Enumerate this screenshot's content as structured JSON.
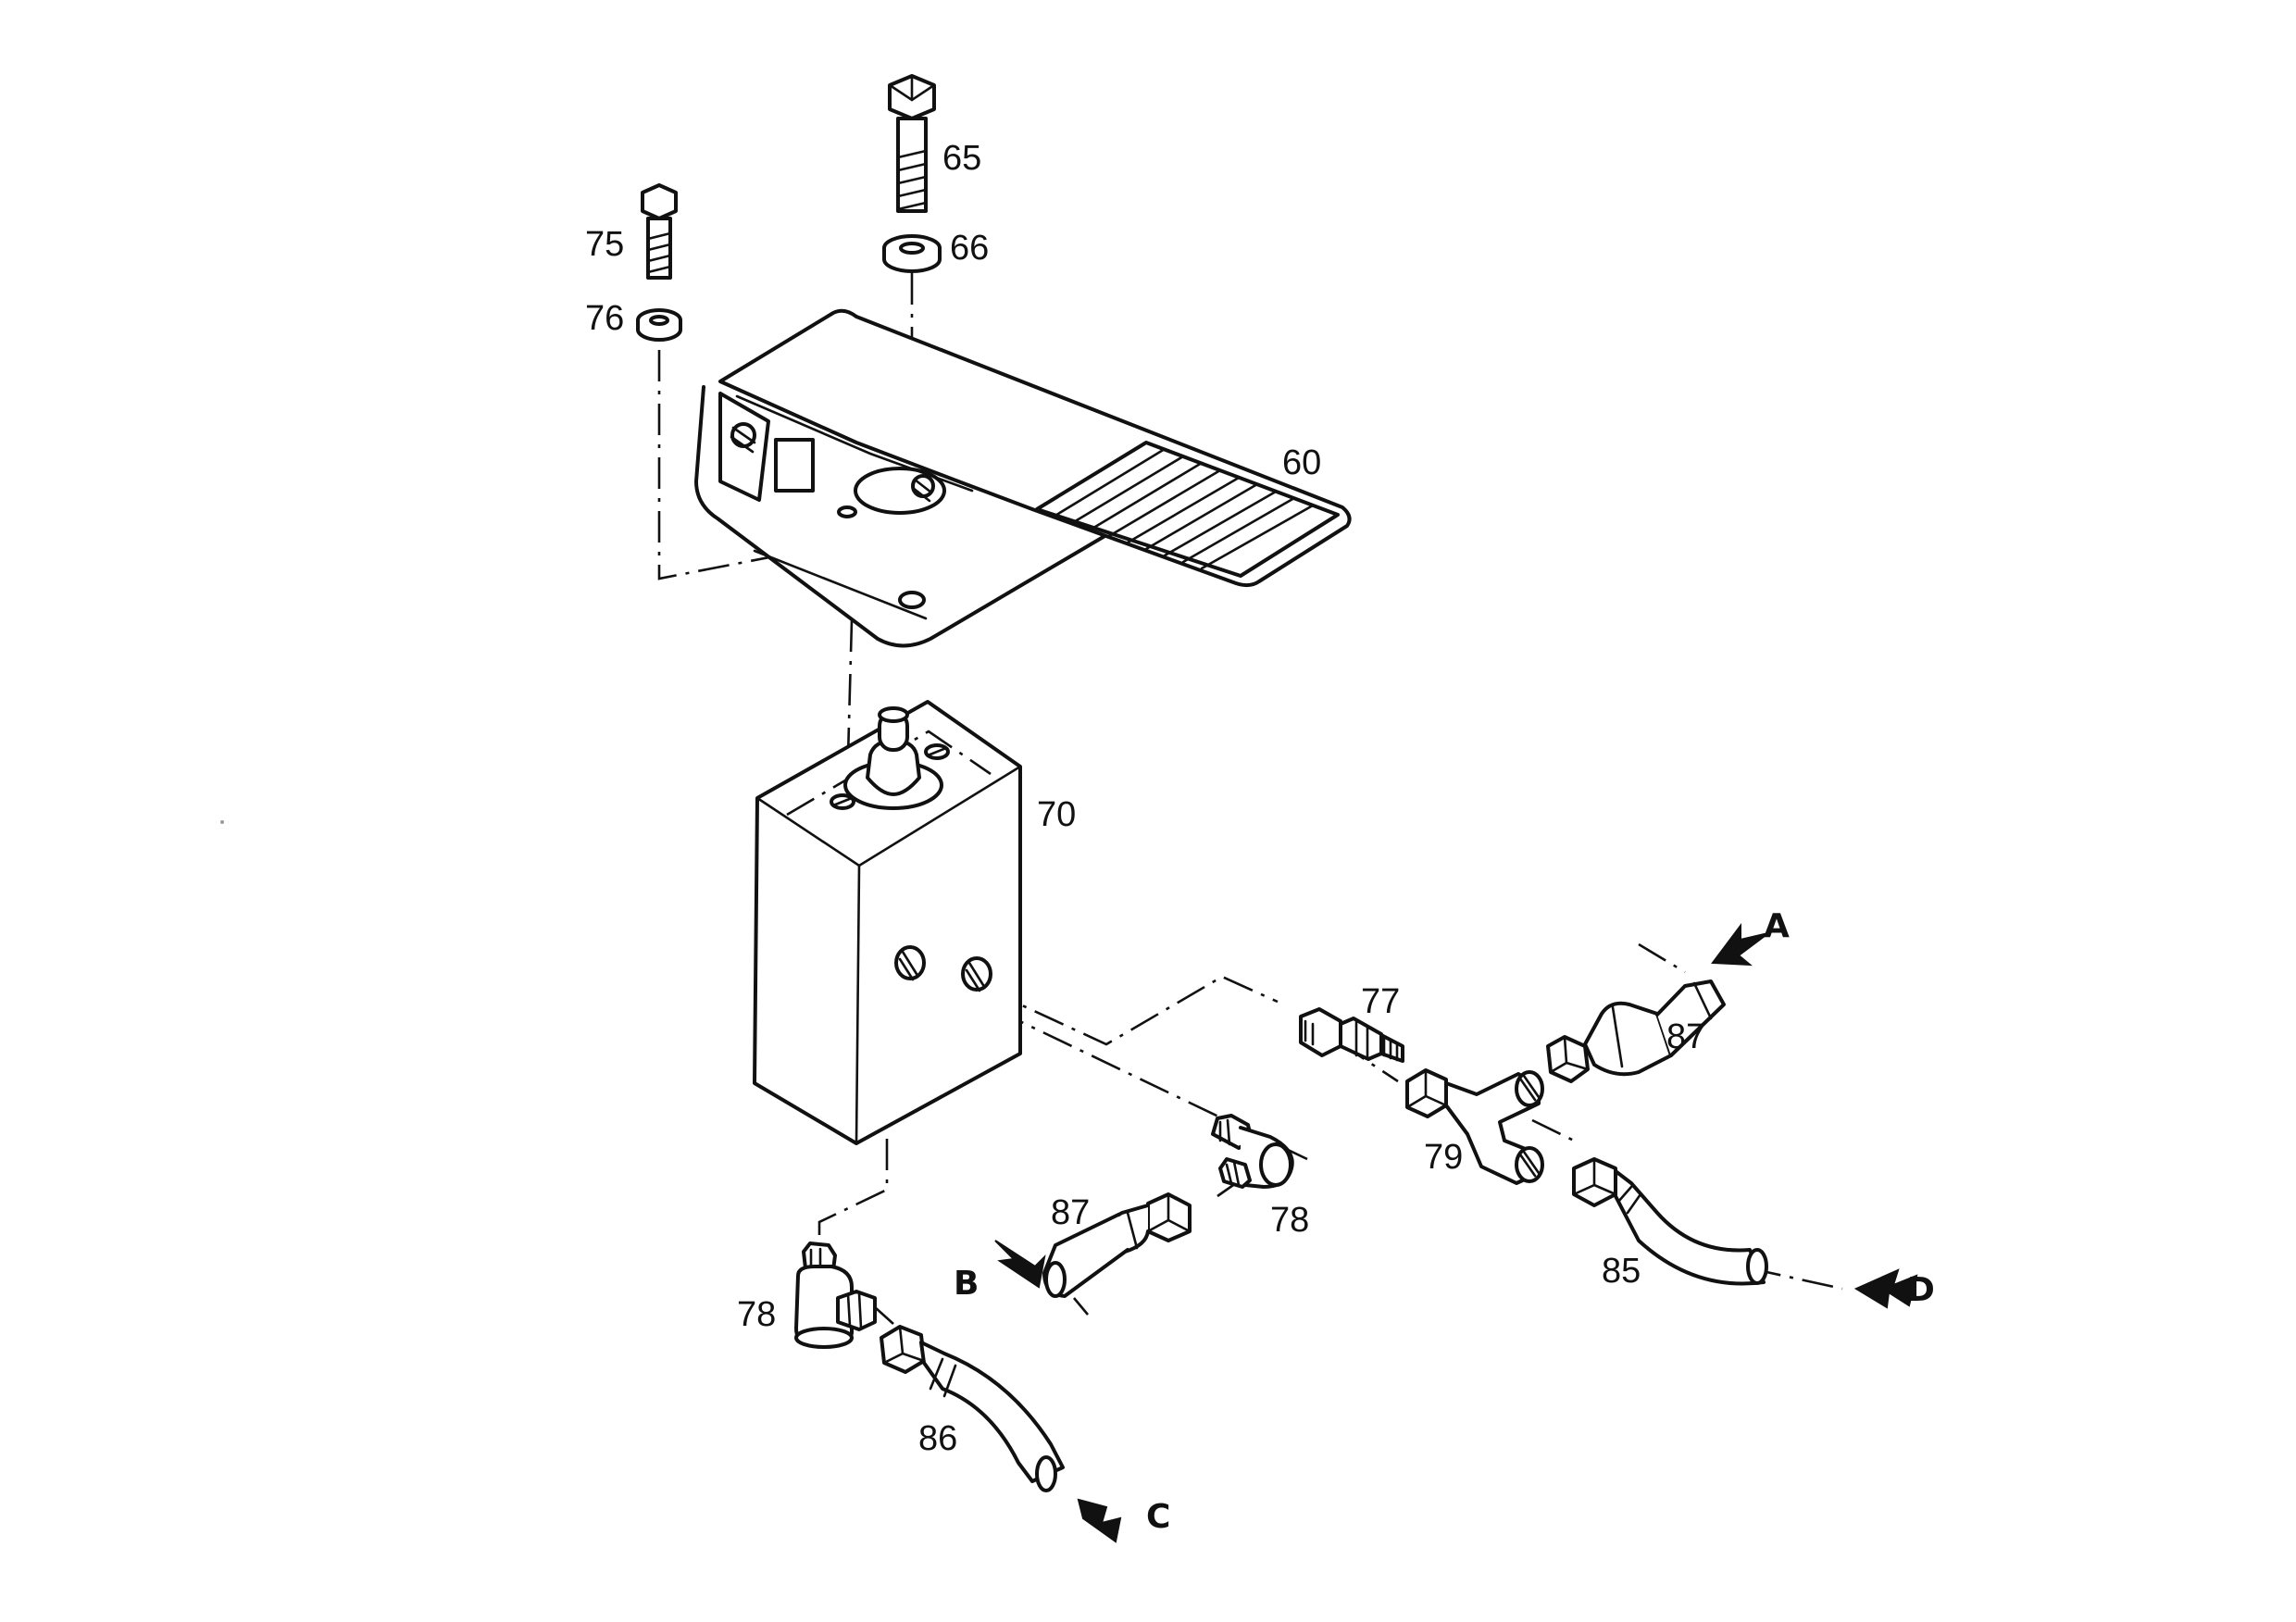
{
  "diagram": {
    "callouts": {
      "c60": "60",
      "c65": "65",
      "c66": "66",
      "c70": "70",
      "c75": "75",
      "c76": "76",
      "c77": "77",
      "c78a": "78",
      "c78b": "78",
      "c79": "79",
      "c85": "85",
      "c86": "86",
      "c87a": "87",
      "c87b": "87"
    },
    "ports": {
      "a": "A",
      "b": "B",
      "c": "C",
      "d": "D"
    }
  }
}
